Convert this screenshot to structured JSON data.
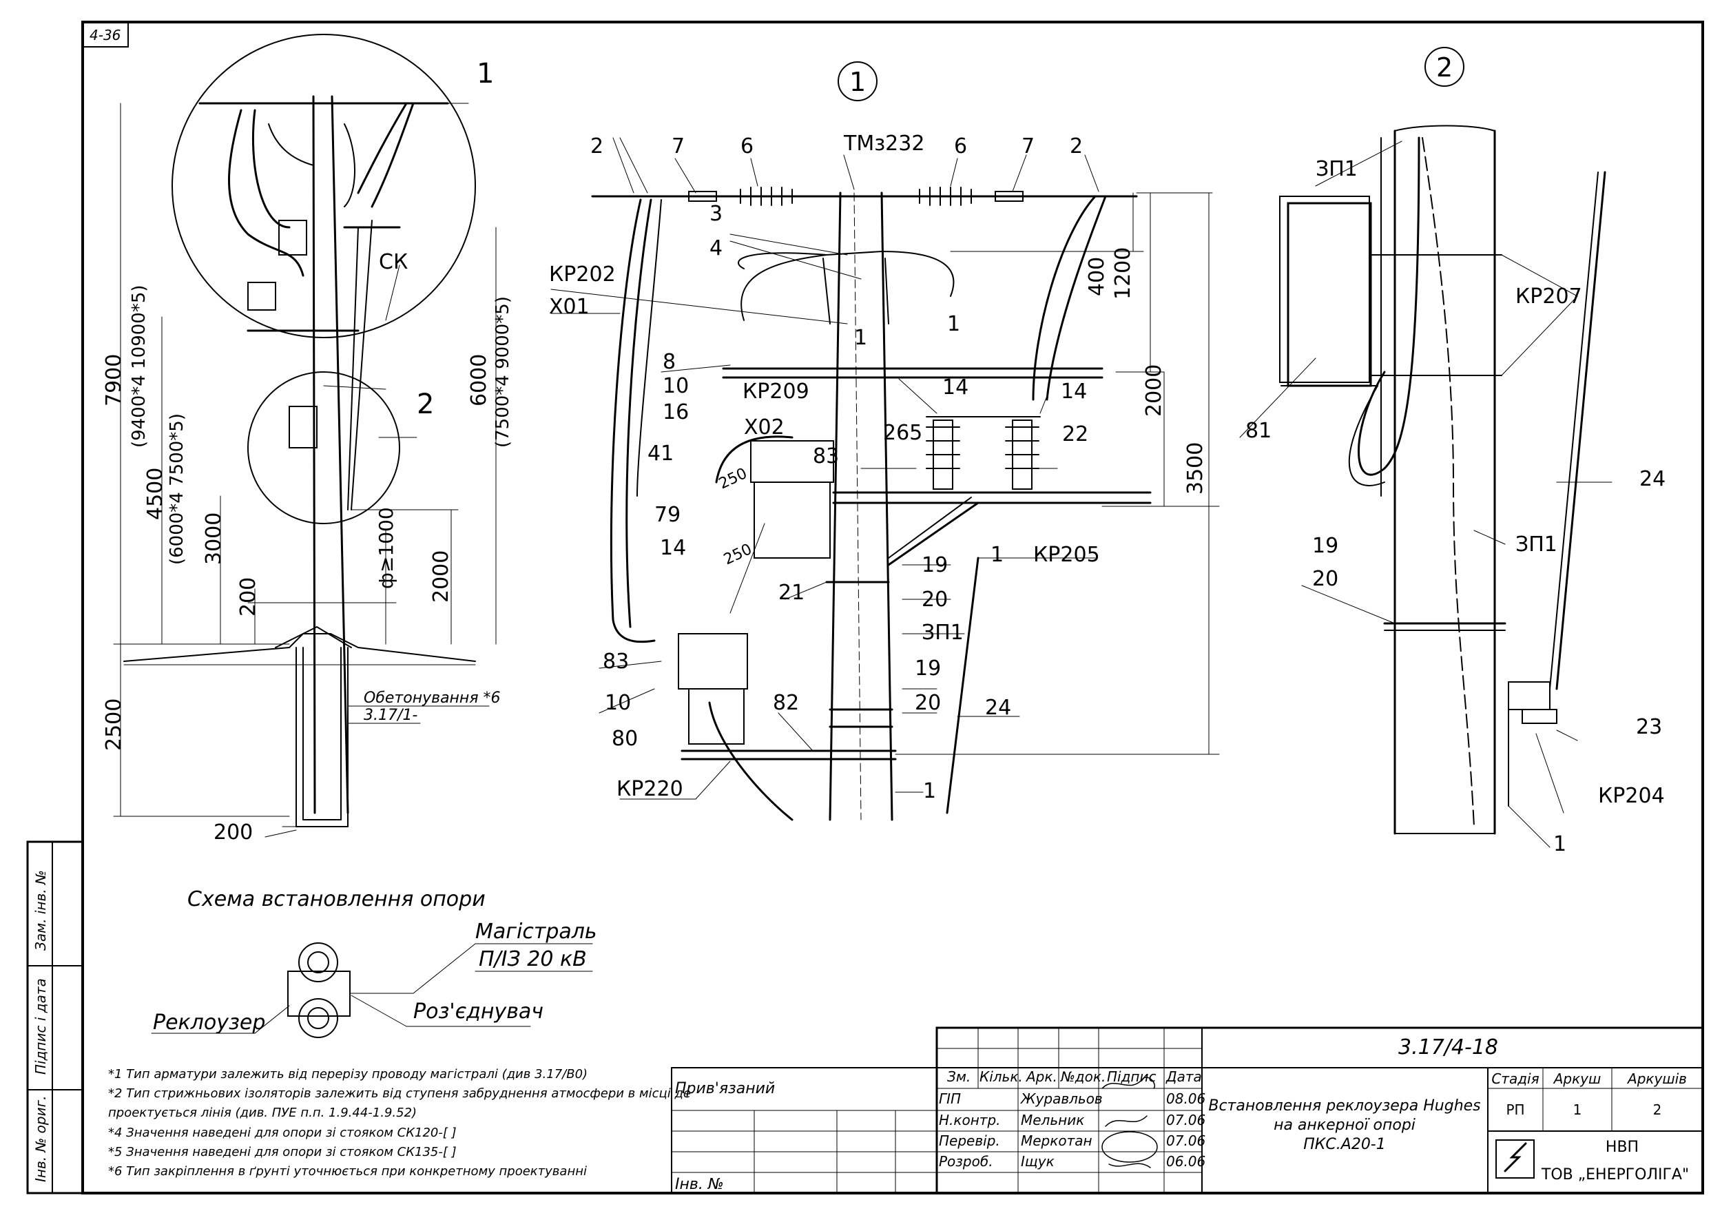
{
  "sheet_code": "4-36",
  "views": {
    "v1": "1",
    "v2": "2"
  },
  "elevation": {
    "callout_1": "1",
    "callout_2": "2",
    "label_ck": "СК",
    "dims": {
      "d7900": "7900",
      "d9400": "(9400*4 10900*5)",
      "d4500": "4500",
      "d6000b": "(6000*4 7500*5)",
      "d3000": "3000",
      "d200a": "200",
      "d1000": "ф≥1000",
      "d2000": "2000",
      "d6000": "6000",
      "d7500": "(7500*4 9000*5)",
      "d2500": "2500",
      "d200b": "200"
    },
    "concrete_label": "Обетонування *6",
    "concrete_ref": "3.17/1-"
  },
  "view1": {
    "labels": {
      "l2a": "2",
      "l7a": "7",
      "l6a": "6",
      "ltm": "ТМз232",
      "l6b": "6",
      "l7b": "7",
      "l2b": "2",
      "l3": "3",
      "l4": "4",
      "kr202": "КР202",
      "x01": "Х01",
      "l1a": "1",
      "l1b": "1",
      "l8": "8",
      "l10a": "10",
      "l16": "16",
      "kr209": "КР209",
      "l14a": "14",
      "l14b": "14",
      "x02": "Х02",
      "l83a": "83",
      "l265": "265",
      "l22": "22",
      "l41": "41",
      "l250a": "250",
      "l79": "79",
      "l14c": "14",
      "l250b": "250",
      "l21": "21",
      "l19a": "19",
      "l20a": "20",
      "zp1": "ЗП1",
      "kr205": "КР205",
      "l1c": "1",
      "l83b": "83",
      "l10b": "10",
      "l80": "80",
      "l82": "82",
      "l19b": "19",
      "l20b": "20",
      "l24": "24",
      "kr220": "КР220",
      "l1d": "1"
    },
    "dims": {
      "d400": "400",
      "d1200": "1200",
      "d2000": "2000",
      "d3500": "3500"
    }
  },
  "view2": {
    "labels": {
      "zp1a": "ЗП1",
      "kr207": "КР207",
      "l81": "81",
      "l24": "24",
      "l19": "19",
      "l20": "20",
      "zp1b": "ЗП1",
      "l23": "23",
      "kr204": "КР204",
      "l1": "1"
    }
  },
  "scheme": {
    "title": "Схема встановлення опори",
    "main_line": "Магістраль",
    "line_spec": "П/ІЗ 20 кВ",
    "recloser": "Реклоузер",
    "disconnector": "Роз'єднувач"
  },
  "notes": [
    "*1 Тип арматури залежить від перерізу проводу магістралі (див 3.17/В0)",
    "*2 Тип стрижньових ізоляторів залежить від ступеня забруднення атмосфери в місці де",
    "проектується лінія (див. ПУЕ п.п. 1.9.44-1.9.52)",
    "*4 Значення наведені для опори зі стояком СК120-[ ]",
    "*5 Значення наведені для опори зі стояком СК135-[ ]",
    "*6 Тип закріплення в ґрунті уточнюється при конкретному проектуванні"
  ],
  "left_stamp": {
    "zam": "Зам. інв. №",
    "pidpys": "Підпис і дата",
    "inv": "Інв. № ориг."
  },
  "bind_box": {
    "label": "Прив'язаний",
    "inv": "Інв. №"
  },
  "title_block": {
    "code": "3.17/4-18",
    "headers": {
      "zm": "Зм.",
      "kilk": "Кільк.",
      "ark": "Арк.",
      "ndok": "№док.",
      "pidpys": "Підпис",
      "data": "Дата"
    },
    "rows": [
      {
        "role": "ГІП",
        "name": "Журавльов",
        "date": "08.06"
      },
      {
        "role": "Н.контр.",
        "name": "Мельник",
        "date": "07.06"
      },
      {
        "role": "Перевір.",
        "name": "Меркотан",
        "date": "07.06"
      },
      {
        "role": "Розроб.",
        "name": "Іщук",
        "date": "06.06"
      }
    ],
    "title_lines": [
      "Встановлення реклоузера Hughes",
      "на анкерної опорі",
      "ПКС.А20-1"
    ],
    "stage_h": "Стадія",
    "sheet_h": "Аркуш",
    "sheets_h": "Аркушів",
    "stage": "РП",
    "sheet": "1",
    "sheets": "2",
    "org1": "НВП",
    "org2": "ТОВ „ЕНЕРГОЛІГА\""
  }
}
